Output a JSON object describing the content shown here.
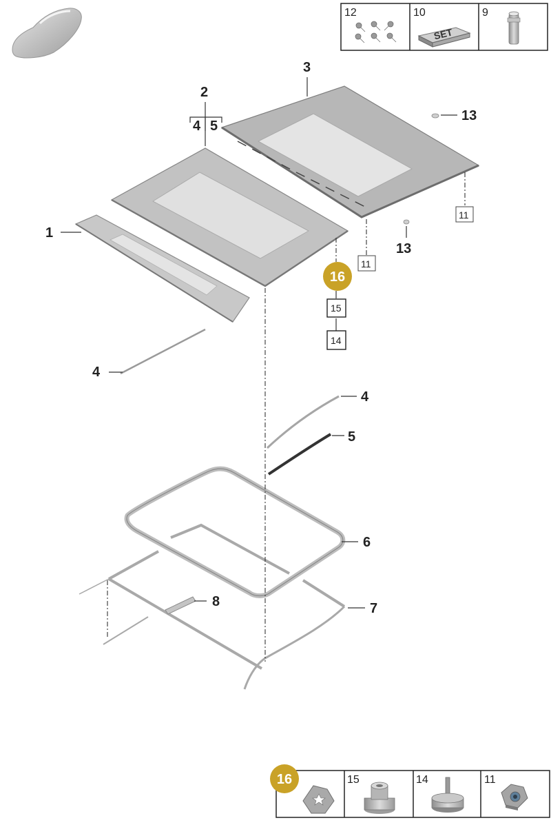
{
  "callouts": {
    "c1": "1",
    "c2": "2",
    "c2_sub_a": "4",
    "c2_sub_b": "5",
    "c3": "3",
    "c4_left": "4",
    "c4_right": "4",
    "c5": "5",
    "c6": "6",
    "c7": "7",
    "c8": "8",
    "c11_a": "11",
    "c11_b": "11",
    "c13_a": "13",
    "c13_b": "13",
    "c14": "14",
    "c15": "15",
    "c16": "16"
  },
  "top_parts_table": {
    "cells": [
      {
        "number": "12",
        "icon": "screws-icon"
      },
      {
        "number": "10",
        "icon": "set-block-icon",
        "text": "SET"
      },
      {
        "number": "9",
        "icon": "pin-icon"
      }
    ]
  },
  "bottom_parts_table": {
    "badge": "16",
    "cells": [
      {
        "number": "",
        "icon": "star-washer-icon"
      },
      {
        "number": "15",
        "icon": "knurled-clip-icon"
      },
      {
        "number": "14",
        "icon": "gear-stud-icon"
      },
      {
        "number": "11",
        "icon": "hex-nut-icon"
      }
    ]
  },
  "colors": {
    "badge_gold": "#c9a227",
    "panel_gray": "#b9b9b9",
    "glass_light": "#e2e2e2",
    "line": "#333333"
  }
}
